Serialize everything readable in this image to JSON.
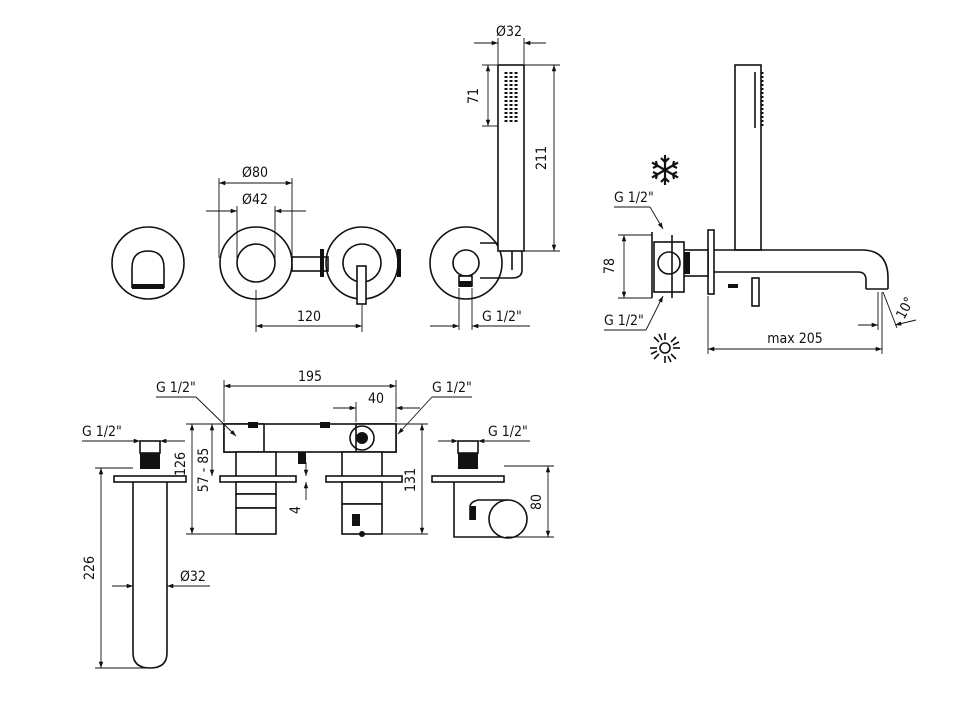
{
  "labels": {
    "d32_top": "Ø32",
    "h71": "71",
    "h211": "211",
    "d80": "Ø80",
    "d42": "Ø42",
    "w120": "120",
    "g_front": "G 1/2\"",
    "g_side_top": "G 1/2\"",
    "g_side_bot": "G 1/2\"",
    "h78": "78",
    "max205": "max 205",
    "angle10": "10°",
    "w195": "195",
    "w40": "40",
    "g_bot_left": "G 1/2\"",
    "g_bot_mid": "G 1/2\"",
    "g_bot_spout": "G 1/2\"",
    "g_bot_right": "G 1/2\"",
    "h126": "126",
    "h57_85": "57 - 85",
    "h4": "4",
    "h131": "131",
    "h80": "80",
    "h226": "226",
    "d32_bot": "Ø32"
  },
  "symbols": {
    "cold": "snowflake-icon",
    "hot": "sun-icon"
  },
  "colors": {
    "line": "#111111",
    "background": "#ffffff"
  }
}
